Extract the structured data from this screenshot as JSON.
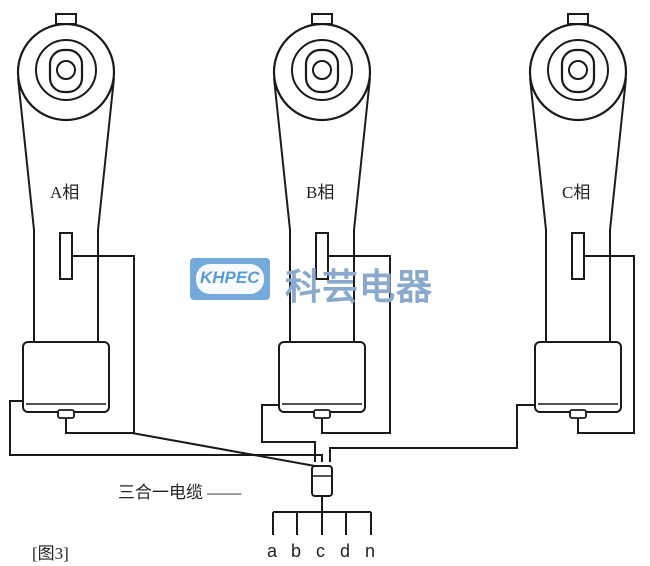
{
  "phases": [
    {
      "label": "A相"
    },
    {
      "label": "B相"
    },
    {
      "label": "C相"
    }
  ],
  "cable_label": "三合一电缆 ——",
  "terminals": [
    "a",
    "b",
    "c",
    "d",
    "n"
  ],
  "figure_label": "[图3]",
  "watermark": {
    "badge_text": "KHPEC",
    "company_name": "科芸电器",
    "colors": {
      "badge": "#5b9bd5",
      "text": "#8aa9cc"
    }
  }
}
